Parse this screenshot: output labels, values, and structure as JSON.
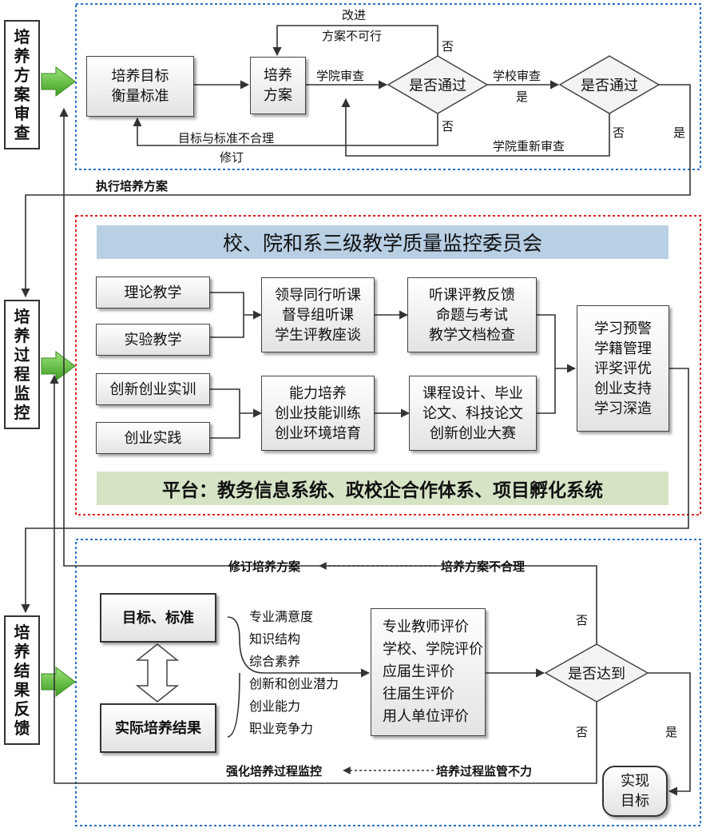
{
  "side_labels": {
    "review": [
      "培",
      "养",
      "方",
      "案",
      "审",
      "查"
    ],
    "monitor": [
      "培",
      "养",
      "过",
      "程",
      "监",
      "控"
    ],
    "feedback": [
      "培",
      "养",
      "结",
      "果",
      "反",
      "馈"
    ]
  },
  "plan_review": {
    "goal_box": [
      "培养目标",
      "衡量标准"
    ],
    "plan_box": [
      "培养",
      "方案"
    ],
    "decision1": "是否通过",
    "decision2": "是否通过",
    "college_review": "学院审查",
    "school_review": "学校审查",
    "yes_label": "是",
    "no_label_top": "否",
    "no_label_bottom": "否",
    "no_label_right": "否",
    "yes_label_right": "是",
    "improve": "改进",
    "plan_infeasible": "方案不可行",
    "goal_unreasonable": "目标与标准不合理",
    "revise": "修订",
    "college_rereview": "学院重新审查"
  },
  "execute_label": "执行培养方案",
  "process_monitor": {
    "title": "校、院和系三级教学质量监控委员会",
    "theory": "理论教学",
    "experiment": "实验教学",
    "innovation_training": "创新创业实训",
    "entrepreneurship_practice": "创业实践",
    "listening_box": [
      "领导同行听课",
      "督导组听课",
      "学生评教座谈"
    ],
    "feedback_box": [
      "听课评教反馈",
      "命题与考试",
      "教学文档检查"
    ],
    "ability_box": [
      "能力培养",
      "创业技能训练",
      "创业环境培育"
    ],
    "course_box": [
      "课程设计、毕业",
      "论文、科技论文",
      "创新创业大赛"
    ],
    "learning_box": [
      "学习预警",
      "学籍管理",
      "评奖评优",
      "创业支持",
      "学习深造"
    ],
    "platform": "平台：教务信息系统、政校企合作体系、项目孵化系统"
  },
  "result_feedback": {
    "revise_plan": "修订培养方案",
    "plan_unreasonable": "培养方案不合理",
    "target_box": "目标、标准",
    "actual_box": "实际培养结果",
    "indicators": [
      "专业满意度",
      "知识结构",
      "综合素养",
      "创新和创业潜力",
      "创业能力",
      "职业竞争力"
    ],
    "evaluation_box": [
      "专业教师评价",
      "学校、学院评价",
      "应届生评价",
      "往届生评价",
      "用人单位评价"
    ],
    "decision": "是否达到",
    "no_top": "否",
    "no_bottom": "否",
    "yes": "是",
    "achieve_box": [
      "实现",
      "目标"
    ],
    "strengthen": "强化培养过程监控",
    "weak_supervision": "培养过程监管不力"
  },
  "colors": {
    "blue_dashed": "#2a6fc6",
    "red_dashed": "#e02020",
    "title_banner": "#b8cfe4",
    "platform_banner": "#d6e4c6",
    "arrow_green": "#5cc13a"
  }
}
